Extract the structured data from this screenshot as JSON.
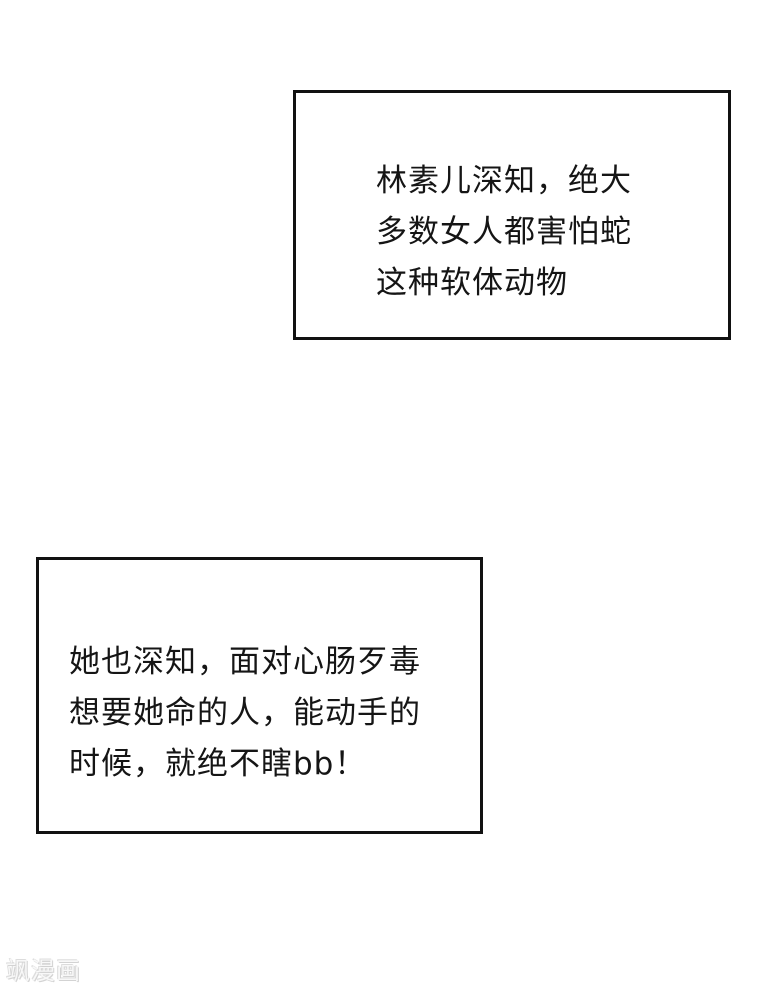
{
  "captions": [
    {
      "lines": [
        "林素儿深知，绝大",
        "多数女人都害怕蛇",
        "这种软体动物"
      ]
    },
    {
      "lines": [
        "她也深知，面对心肠歹毒",
        "想要她命的人，能动手的",
        "时候，就绝不瞎bb！"
      ]
    }
  ],
  "watermark": "飒漫画"
}
